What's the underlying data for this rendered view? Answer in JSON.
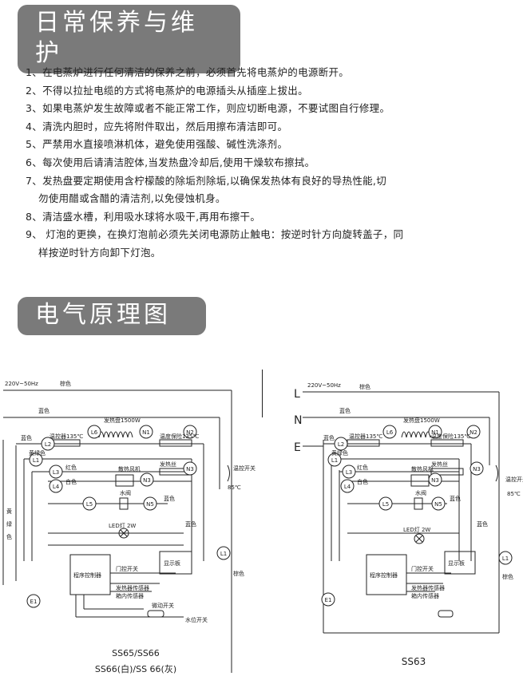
{
  "section1": {
    "title": "日常保养与维护"
  },
  "rules": [
    {
      "num": "1、",
      "text": "在电蒸炉进行任何清洁的保养之前，必须首先将电蒸炉的电源断开。"
    },
    {
      "num": "2、",
      "text": "不得以拉扯电缆的方式将电蒸炉的电源插头从插座上拔出。"
    },
    {
      "num": "3、",
      "text": "如果电蒸炉发生故障或者不能正常工作，则应切断电源，不要试图自行修理。"
    },
    {
      "num": "4、",
      "text": "清洗内胆时，应先将附件取出，然后用擦布清洁即可。"
    },
    {
      "num": "5、",
      "text": "严禁用水直接喷淋机体，避免使用强酸、碱性洗涤剂。"
    },
    {
      "num": "6、",
      "text": "每次使用后请清洁腔体,当发热盘冷却后,使用干燥软布擦拭。"
    },
    {
      "num": "7、",
      "text": "发热盘要定期使用含柠檬酸的除垢剂除垢,以确保发热体有良好的导热性能,切",
      "cont": "勿使用醋或含醋的清洁剂,以免侵蚀机身。"
    },
    {
      "num": "8、",
      "text": "清洁盛水槽，利用吸水球将水吸干,再用布擦干。"
    },
    {
      "num": "9、",
      "text": " 灯泡的更换，在换灯泡前必须先关闭电源防止触电：按逆时针方向旋转盖子，同",
      "cont": "样按逆时针方向卸下灯泡。"
    }
  ],
  "section2": {
    "title": "电气原理图"
  },
  "diagram": {
    "supply": "220V~50Hz",
    "brown": "棕色",
    "blue": "蓝色",
    "yellow_green": "黄绿色",
    "yellow_green_vertical": "黄\n绿\n色",
    "red": "红色",
    "white": "白色",
    "heater": "发热盘1500W",
    "heater_wire": "发热丝",
    "fuse1": "温控器135℃",
    "fuse2": "温度保险135℃",
    "fan": "散热风机",
    "valve": "水阀",
    "led": "LED灯 2W",
    "controller": "程序控制器",
    "display": "显示板",
    "door_switch": "门控开关",
    "sensor1": "发热器传感器",
    "sensor2": "箱内传感器",
    "micro_switch": "微动开关",
    "level_switch": "水位开关",
    "thermo_switch": "温控开关",
    "thermo_temp": "85℃",
    "nodes": [
      "N1",
      "N2",
      "N3",
      "N5",
      "L6",
      "L2",
      "L3",
      "L4",
      "L5",
      "L1",
      "E1"
    ],
    "letters": [
      "L",
      "N",
      "E"
    ]
  },
  "captions": {
    "left_line1": "SS65/SS66",
    "left_line2": "SS66(白)/SS 66(灰)",
    "right": "SS63"
  }
}
